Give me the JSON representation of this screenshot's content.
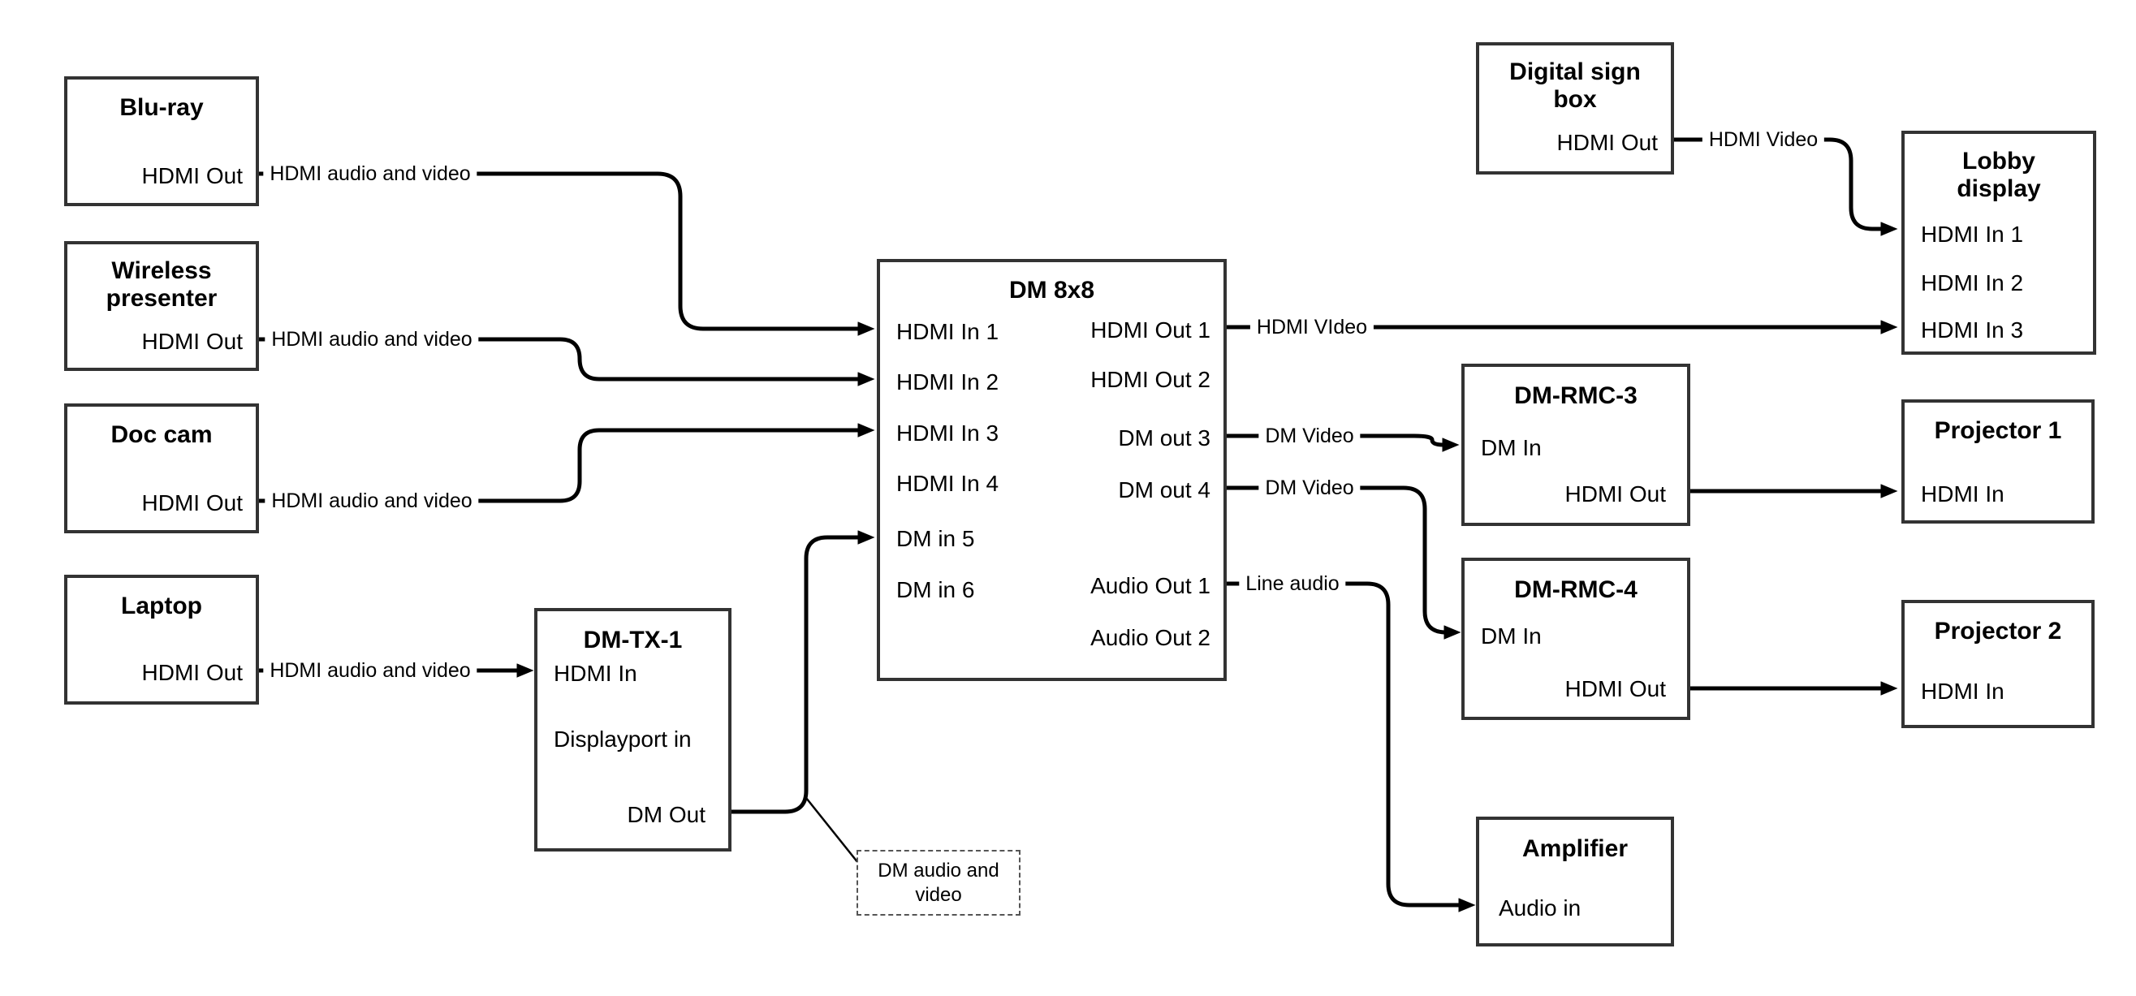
{
  "nodes": {
    "bluray": {
      "title": "Blu-ray",
      "port_hdmi_out": "HDMI Out"
    },
    "wireless": {
      "title": "Wireless\npresenter",
      "port_hdmi_out": "HDMI Out"
    },
    "doccam": {
      "title": "Doc cam",
      "port_hdmi_out": "HDMI Out"
    },
    "laptop": {
      "title": "Laptop",
      "port_hdmi_out": "HDMI Out"
    },
    "dmtx1": {
      "title": "DM-TX-1",
      "port_hdmi_in": "HDMI In",
      "port_displayport_in": "Displayport in",
      "port_dm_out": "DM Out"
    },
    "dm8x8": {
      "title": "DM 8x8",
      "port_hdmi_in_1": "HDMI In 1",
      "port_hdmi_in_2": "HDMI In 2",
      "port_hdmi_in_3": "HDMI In 3",
      "port_hdmi_in_4": "HDMI In 4",
      "port_dm_in_5": "DM in 5",
      "port_dm_in_6": "DM in 6",
      "port_hdmi_out_1": "HDMI Out 1",
      "port_hdmi_out_2": "HDMI Out 2",
      "port_dm_out_3": "DM out 3",
      "port_dm_out_4": "DM out 4",
      "port_audio_out_1": "Audio Out 1",
      "port_audio_out_2": "Audio Out 2"
    },
    "digital_sign": {
      "title": "Digital sign\nbox",
      "port_hdmi_out": "HDMI Out"
    },
    "lobby": {
      "title": "Lobby\ndisplay",
      "port_hdmi_in_1": "HDMI In 1",
      "port_hdmi_in_2": "HDMI In 2",
      "port_hdmi_in_3": "HDMI In 3"
    },
    "dmrmc3": {
      "title": "DM-RMC-3",
      "port_dm_in": "DM In",
      "port_hdmi_out": "HDMI Out"
    },
    "projector1": {
      "title": "Projector 1",
      "port_hdmi_in": "HDMI In"
    },
    "dmrmc4": {
      "title": "DM-RMC-4",
      "port_dm_in": "DM In",
      "port_hdmi_out": "HDMI Out"
    },
    "projector2": {
      "title": "Projector 2",
      "port_hdmi_in": "HDMI In"
    },
    "amplifier": {
      "title": "Amplifier",
      "port_audio_in": "Audio in"
    }
  },
  "wire_labels": {
    "bluray_to_dm8x8": "HDMI audio and video",
    "wireless_to_dm8x8": "HDMI audio and video",
    "doccam_to_dm8x8": "HDMI audio and video",
    "laptop_to_dmtx1": "HDMI audio and video",
    "hdmi_out1_to_lobby": "HDMI VIdeo",
    "dm_out3_to_dmrmc3": "DM Video",
    "dm_out4_to_dmrmc4": "DM Video",
    "audio_out1_to_amp": "Line audio",
    "digital_sign_to_lobby": "HDMI Video"
  },
  "callout": {
    "text": "DM audio and\nvideo"
  },
  "colors": {
    "background": "#ffffff",
    "box_border": "#333333",
    "wire": "#000000",
    "text": "#000000"
  }
}
